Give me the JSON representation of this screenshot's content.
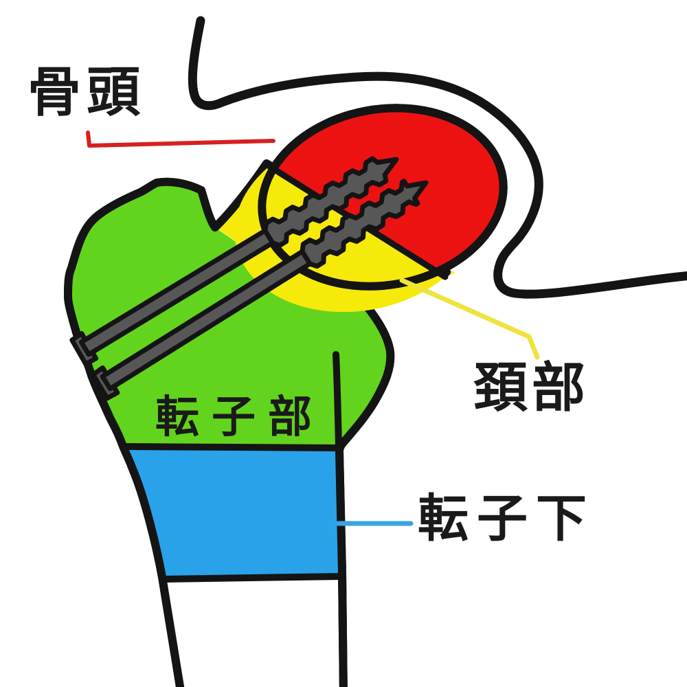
{
  "diagram": {
    "kind": "hand-drawn anatomical diagram of the proximal femur (hip) with two fixation screws",
    "labels": {
      "head": {
        "text": "骨頭"
      },
      "neck": {
        "text": "頚部"
      },
      "trochanteric": {
        "text": "転子部"
      },
      "subtrochanteric": {
        "text": "転子下"
      }
    },
    "regions": [
      {
        "key": "head",
        "color": "#ed1212"
      },
      {
        "key": "neck",
        "color": "#f6ea0b"
      },
      {
        "key": "trochanteric",
        "color": "#63d41d"
      },
      {
        "key": "subtrochanteric",
        "color": "#2aa2e9"
      }
    ],
    "colors": {
      "background": "#ffffff",
      "outline": "#141414",
      "head_region": "#ed1212",
      "neck_region": "#f6ea0b",
      "trochanteric_region": "#63d41d",
      "subtrochanteric_region": "#2aa2e9",
      "bone_fill": "#ffffff",
      "screw_gray": "#575757",
      "leader_head": "#d62020",
      "leader_neck": "#efe33d",
      "leader_subtrochanteric": "#3ba4e2",
      "label_text": "#1a1a1a"
    },
    "implants": {
      "type": "screws",
      "count": 2
    }
  }
}
